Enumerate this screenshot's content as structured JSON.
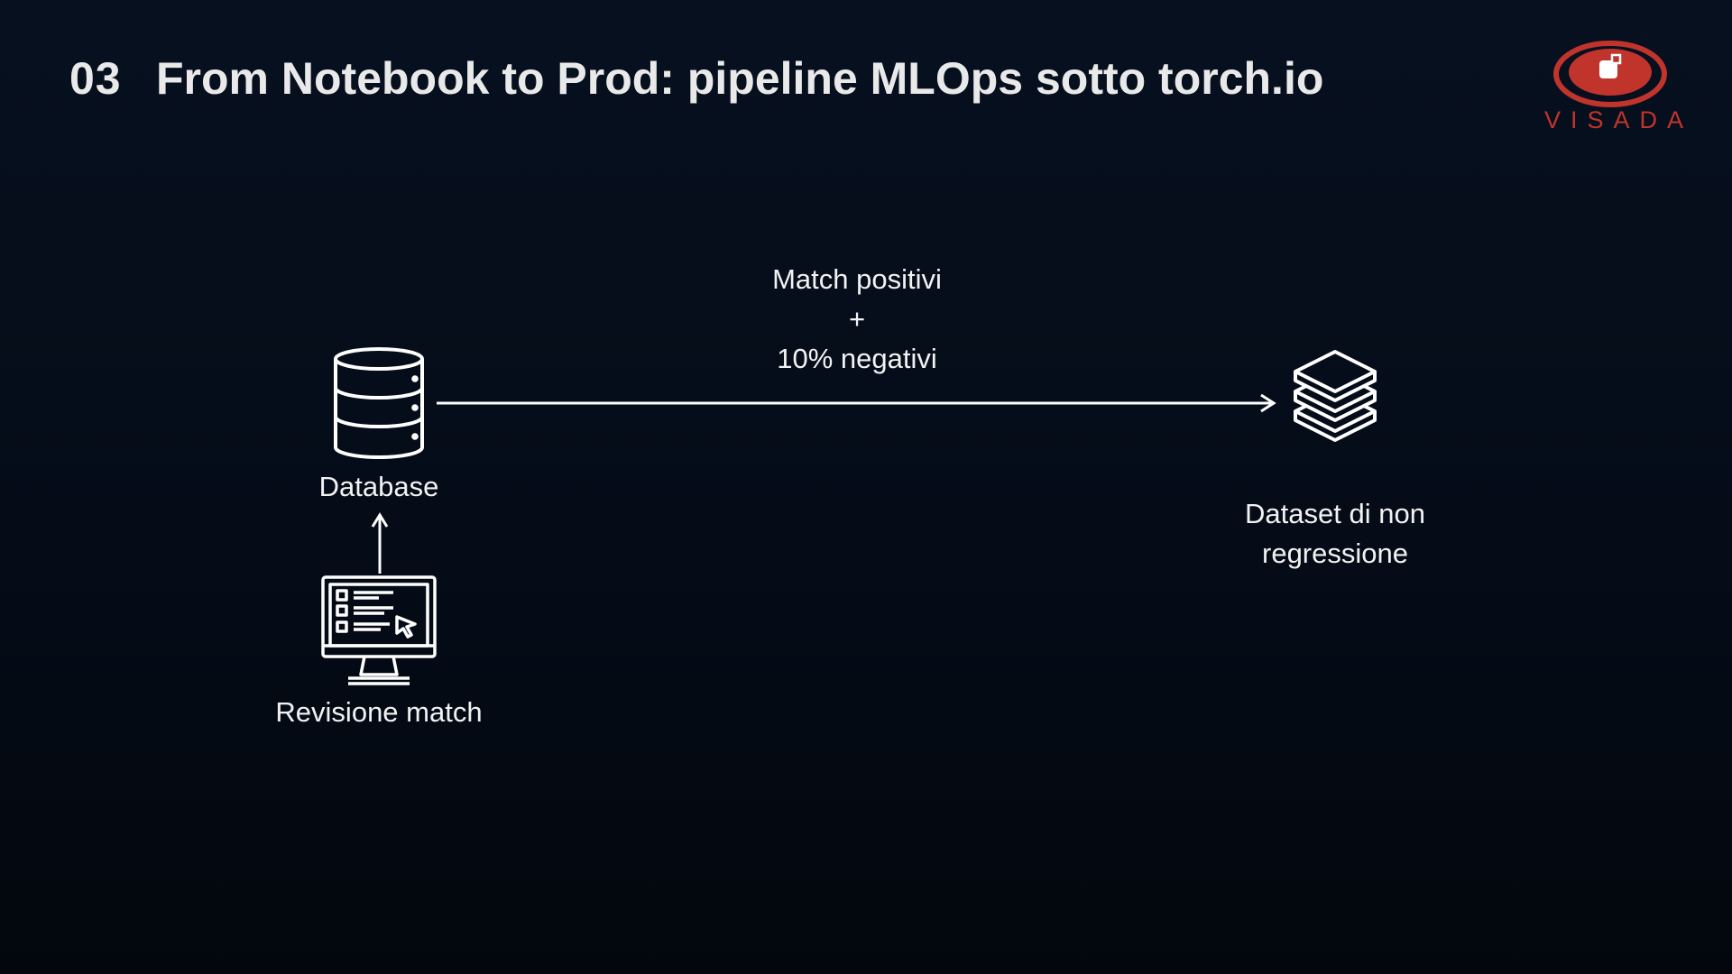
{
  "slide": {
    "number": "03",
    "title": "From Notebook to Prod: pipeline MLOps sotto torch.io"
  },
  "logo": {
    "text": "VISADA",
    "icon": "visada-logo",
    "color": "#c0342c"
  },
  "diagram": {
    "nodes": {
      "database": {
        "label": "Database",
        "icon": "database-icon"
      },
      "dataset": {
        "label_line1": "Dataset di non",
        "label_line2": "regressione",
        "icon": "layers-stack-icon"
      },
      "review": {
        "label": "Revisione match",
        "icon": "monitor-form-icon"
      }
    },
    "edges": {
      "database_to_dataset": {
        "label_line1": "Match positivi",
        "label_line2": "+",
        "label_line3": "10% negativi"
      },
      "review_to_database": {
        "label": ""
      }
    },
    "colors": {
      "background": "#050c18",
      "stroke": "#ffffff",
      "text": "#f2f2f2"
    }
  }
}
